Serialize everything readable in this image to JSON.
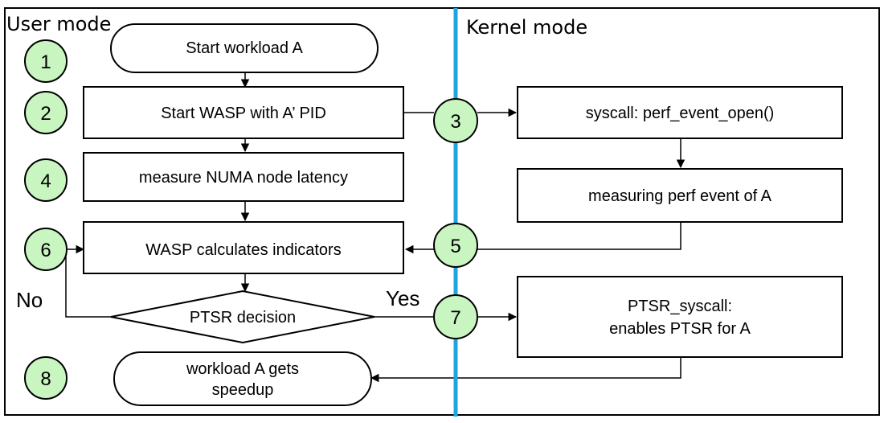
{
  "regions": {
    "user": "User mode",
    "kernel": "Kernel mode"
  },
  "steps": {
    "s1": "1",
    "s2": "2",
    "s3": "3",
    "s4": "4",
    "s5": "5",
    "s6": "6",
    "s7": "7",
    "s8": "8"
  },
  "nodes": {
    "start": "Start workload A",
    "wasp": "Start WASP with A’ PID",
    "numa": "measure NUMA node latency",
    "calc": "WASP calculates indicators",
    "decision": "PTSR decision",
    "speedup_line1": "workload A gets",
    "speedup_line2": "speedup",
    "syscall_open": "syscall: perf_event_open()",
    "perf_measure": "measuring perf event of A",
    "ptsr_line1": "PTSR_syscall:",
    "ptsr_line2": "enables PTSR for A"
  },
  "branches": {
    "no": "No",
    "yes": "Yes"
  },
  "colors": {
    "step_fill": "#c8f5c0",
    "divider": "#1ea5e0",
    "stroke": "#000000"
  }
}
